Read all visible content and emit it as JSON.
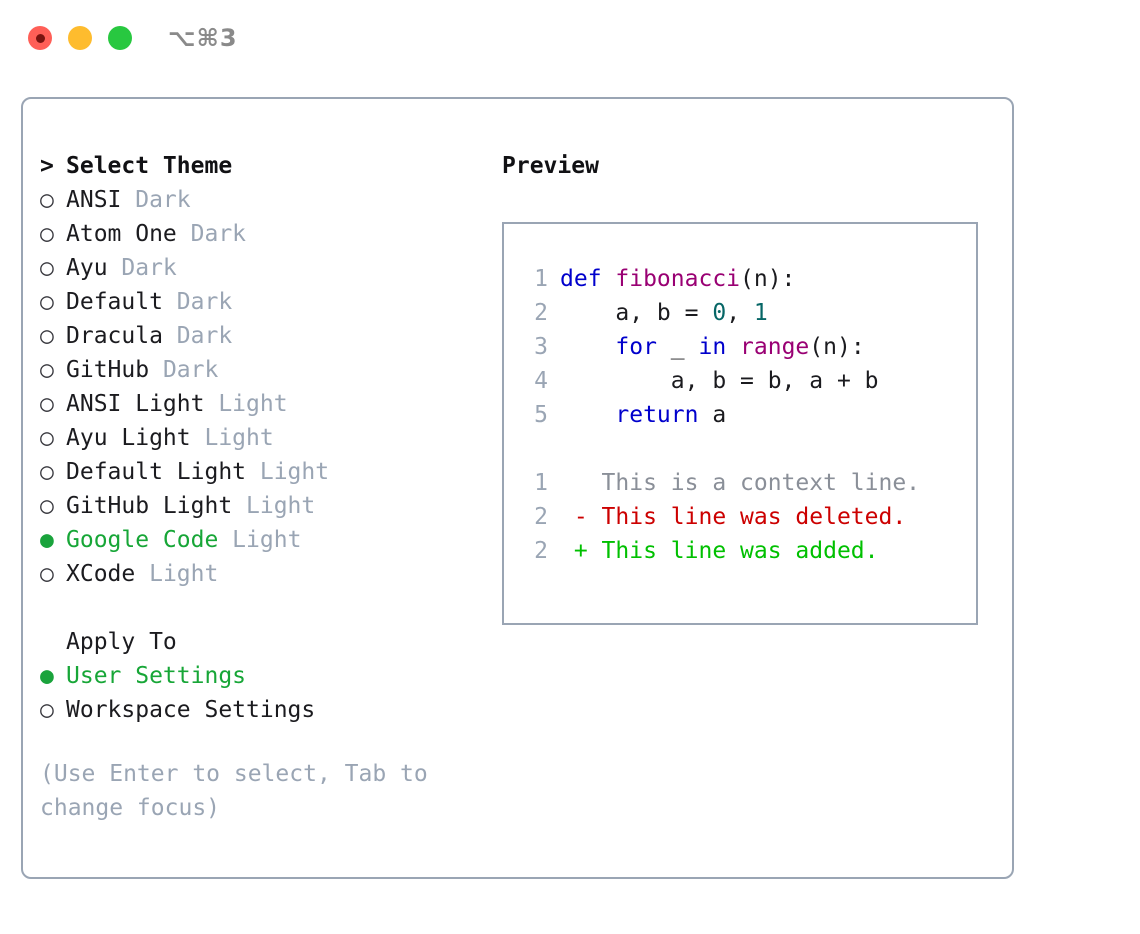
{
  "titlebar": {
    "shortcut": "⌥⌘3",
    "lights": [
      "red-light",
      "yellow-light",
      "green-light"
    ]
  },
  "theme_picker": {
    "prompt_marker": ">",
    "prompt_label": "Select Theme",
    "marker_selected": "●",
    "marker_unselected": "○",
    "items": [
      {
        "name": "ANSI",
        "variant": "Dark",
        "selected": false
      },
      {
        "name": "Atom One",
        "variant": "Dark",
        "selected": false
      },
      {
        "name": "Ayu",
        "variant": "Dark",
        "selected": false
      },
      {
        "name": "Default",
        "variant": "Dark",
        "selected": false
      },
      {
        "name": "Dracula",
        "variant": "Dark",
        "selected": false
      },
      {
        "name": "GitHub",
        "variant": "Dark",
        "selected": false
      },
      {
        "name": "ANSI Light",
        "variant": "Light",
        "selected": false
      },
      {
        "name": "Ayu Light",
        "variant": "Light",
        "selected": false
      },
      {
        "name": "Default Light",
        "variant": "Light",
        "selected": false
      },
      {
        "name": "GitHub Light",
        "variant": "Light",
        "selected": false
      },
      {
        "name": "Google Code",
        "variant": "Light",
        "selected": true
      },
      {
        "name": "XCode",
        "variant": "Light",
        "selected": false
      }
    ]
  },
  "apply_to": {
    "heading": "Apply To",
    "items": [
      {
        "name": "User Settings",
        "selected": true
      },
      {
        "name": "Workspace Settings",
        "selected": false
      }
    ]
  },
  "hint": "(Use Enter to select, Tab to change focus)",
  "preview": {
    "title": "Preview",
    "code_lines": [
      {
        "ln": "1",
        "tokens": [
          {
            "t": "def ",
            "c": "kw"
          },
          {
            "t": "fibonacci",
            "c": "fn"
          },
          {
            "t": "(n):",
            "c": "plain"
          }
        ]
      },
      {
        "ln": "2",
        "tokens": [
          {
            "t": "    a, b = ",
            "c": "plain"
          },
          {
            "t": "0",
            "c": "num"
          },
          {
            "t": ", ",
            "c": "plain"
          },
          {
            "t": "1",
            "c": "num"
          }
        ]
      },
      {
        "ln": "3",
        "tokens": [
          {
            "t": "    ",
            "c": "plain"
          },
          {
            "t": "for",
            "c": "kw"
          },
          {
            "t": " _ ",
            "c": "plain"
          },
          {
            "t": "in",
            "c": "kw"
          },
          {
            "t": " ",
            "c": "plain"
          },
          {
            "t": "range",
            "c": "fn"
          },
          {
            "t": "(n):",
            "c": "plain"
          }
        ]
      },
      {
        "ln": "4",
        "tokens": [
          {
            "t": "        a, b = b, a + b",
            "c": "plain"
          }
        ]
      },
      {
        "ln": "5",
        "tokens": [
          {
            "t": "    ",
            "c": "plain"
          },
          {
            "t": "return",
            "c": "kw"
          },
          {
            "t": " a",
            "c": "plain"
          }
        ]
      }
    ],
    "diff_lines": [
      {
        "ln": "1",
        "sign": " ",
        "text": "This is a context line.",
        "kind": "context"
      },
      {
        "ln": "2",
        "sign": "-",
        "text": "This line was deleted.",
        "kind": "deleted"
      },
      {
        "ln": "2",
        "sign": "+",
        "text": "This line was added.",
        "kind": "added"
      }
    ]
  },
  "colors": {
    "border": "#9aa5b4",
    "muted": "#9aa5b4",
    "selected_green": "#17a637",
    "keyword_blue": "#0000cc",
    "function_magenta": "#990073",
    "number_teal": "#066666",
    "diff_deleted_red": "#cc0000",
    "diff_added_green": "#00c000",
    "light_red": "#ff5f57",
    "light_yellow": "#febc2e",
    "light_green": "#28c840"
  }
}
